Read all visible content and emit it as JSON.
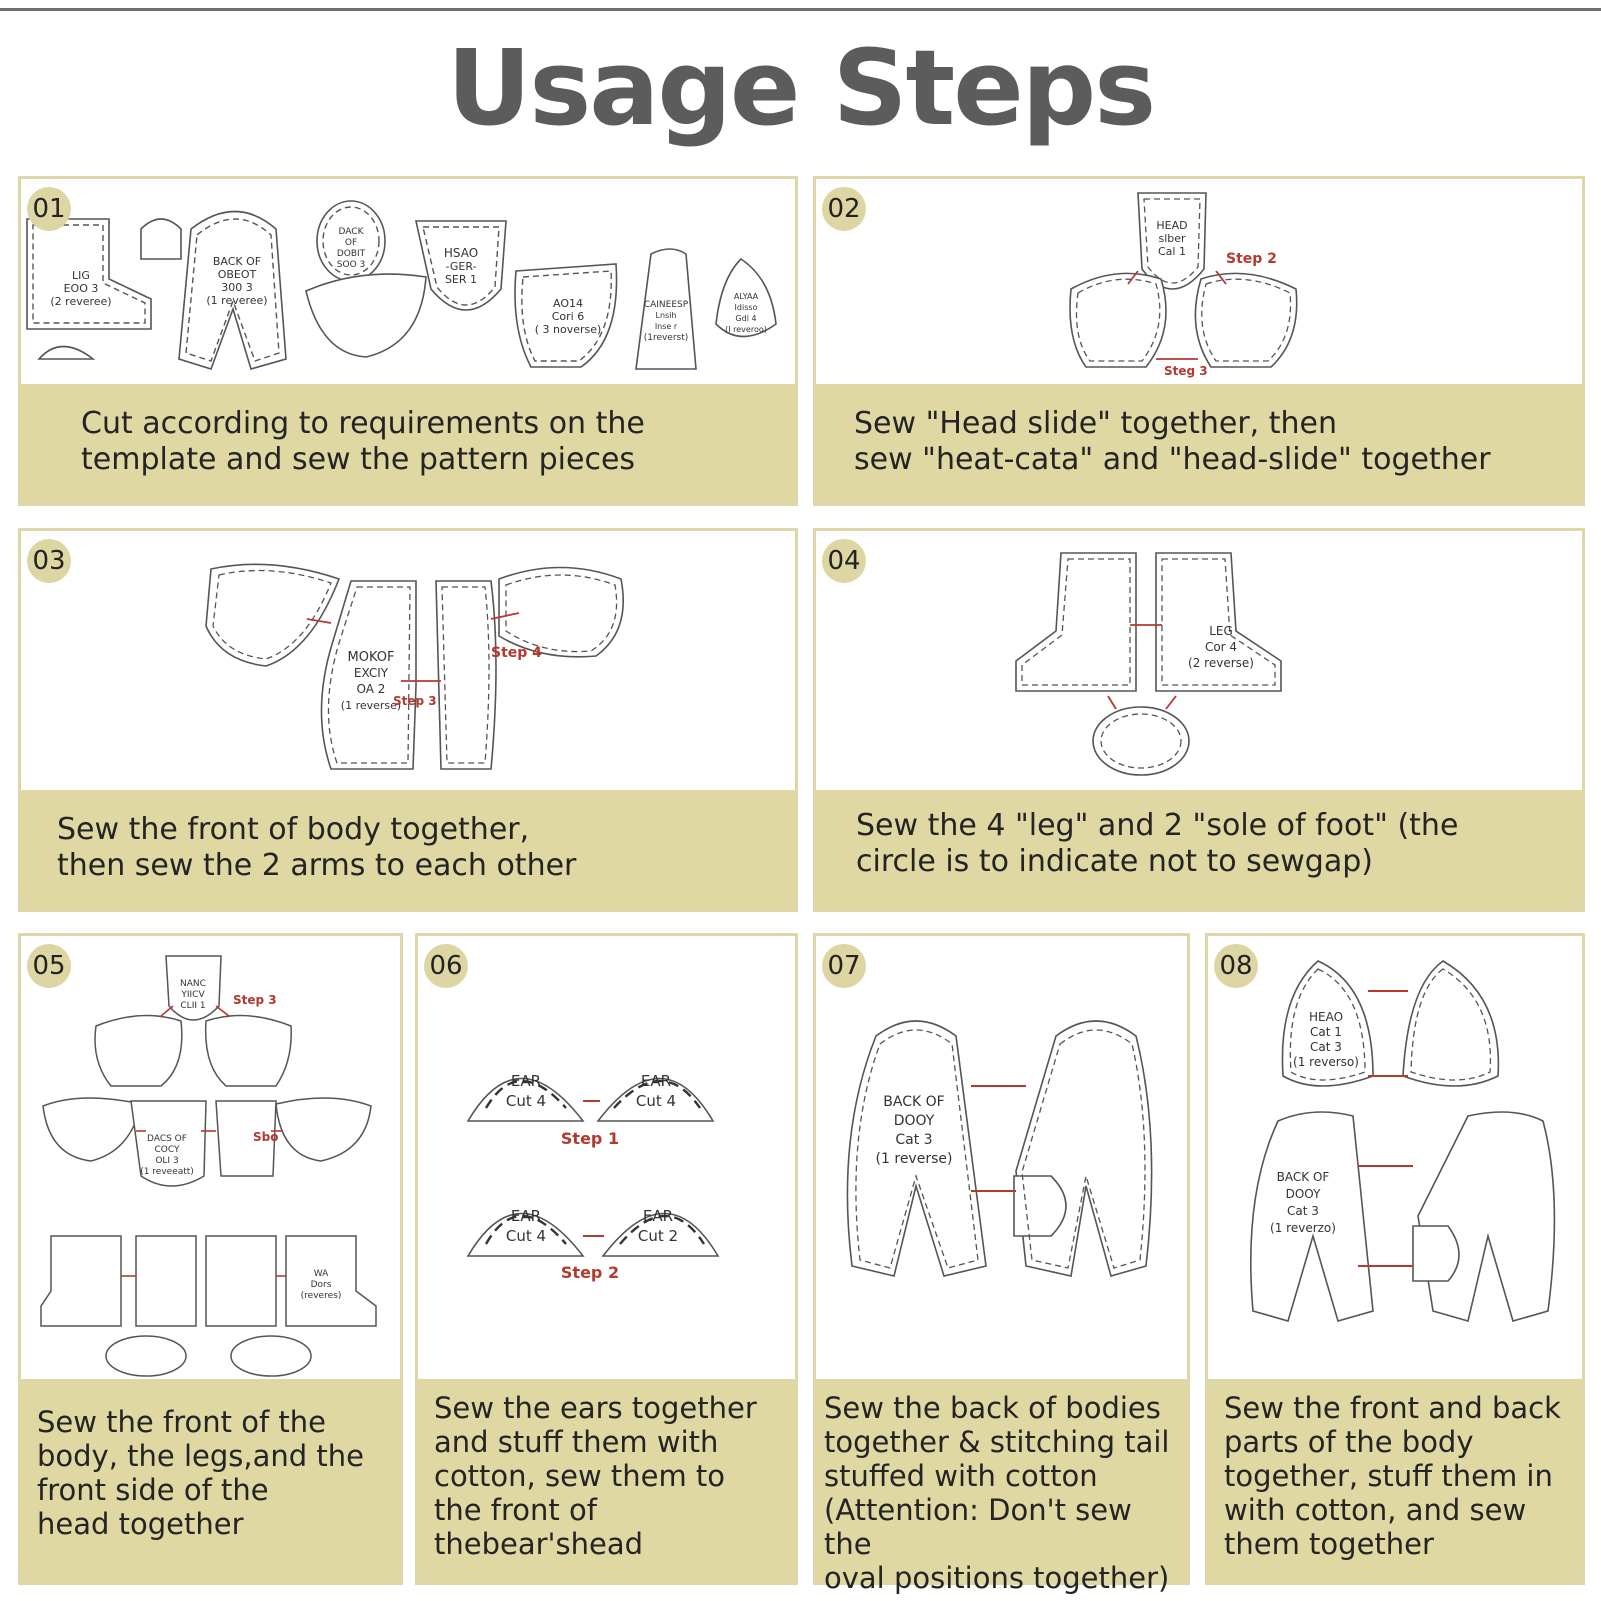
{
  "title": "Usage Steps",
  "steps": [
    {
      "number": "01",
      "caption": "Cut according to requirements on the\ntemplate and sew the pattern pieces",
      "piece_labels": [
        "LIG",
        "EOO 3",
        "(2 reveree)",
        "BACK OF",
        "OBEOT",
        "300 3",
        "(1 reveree)",
        "DACK",
        "OF",
        "DOBIT",
        "SOO 3",
        "HSAO",
        "-GER-",
        "SER 1",
        "AO14",
        "Cori 6",
        "( 3 noverse)",
        "CAINEESP",
        "Lnsih",
        "Inse r",
        "(1reverst)",
        "ALYAA",
        "Idisso",
        "Gdl 4",
        "(I reveroo)"
      ]
    },
    {
      "number": "02",
      "caption": "Sew \"Head slide\" together, then\nsew \"heat-cata\" and \"head-slide\" together",
      "piece_labels": [
        "HEAD",
        "slber",
        "Cal 1",
        "Step 2",
        "Steg 3"
      ]
    },
    {
      "number": "03",
      "caption": "Sew the front of body together,\nthen sew the 2 arms to each other",
      "piece_labels": [
        "MOKOF",
        "EXCIY",
        "OA 2",
        "(1 reverse)",
        "Step 4",
        "Step 3"
      ]
    },
    {
      "number": "04",
      "caption": "Sew the 4 \"leg\" and 2 \"sole of foot\" (the\ncircle is to indicate not to sewgap)",
      "piece_labels": [
        "LEG",
        "Cor 4",
        "(2 reverse)"
      ]
    },
    {
      "number": "05",
      "caption": "Sew the front of the\nbody, the legs,and the\nfront side of the\nhead together",
      "piece_labels": [
        "NANC",
        "YIICV",
        "CLII 1",
        "Step 3",
        "DACS OF",
        "COCY",
        "OLI 3",
        "(1 reveeatt)",
        "Sbo",
        "WA",
        "Dors",
        "(reveres)"
      ]
    },
    {
      "number": "06",
      "caption": "Sew the ears together\nand stuff them with\ncotton, sew them to\nthe front of\nthebear'shead",
      "piece_labels": [
        "EAR",
        "Cut 4",
        "EAR",
        "Cut 4",
        "Step 1",
        "EAR",
        "Cut 4",
        "EAR",
        "Cut 2",
        "Step 2"
      ]
    },
    {
      "number": "07",
      "caption": "Sew the back of bodies\ntogether & stitching tail\nstuffed with cotton\n(Attention: Don't sew the\noval positions  together)",
      "piece_labels": [
        "BACK OF",
        "DOOY",
        "Cat 3",
        "(1 reverse)"
      ]
    },
    {
      "number": "08",
      "caption": "Sew the front and back\nparts of the body\ntogether, stuff them in\nwith cotton, and sew\nthem together",
      "piece_labels": [
        "HEAO",
        "Cat 1",
        "Cat 3",
        "(1 reverso)",
        "BACK OF",
        "DOOY",
        "Cat 3",
        "(1 reverzo)"
      ]
    }
  ],
  "colors": {
    "title": "#5c5c5c",
    "caption_band": "#dfd8a2",
    "border": "#ddd7aa",
    "badge": "#ddd6a3",
    "arrow": "#b23a2e"
  }
}
